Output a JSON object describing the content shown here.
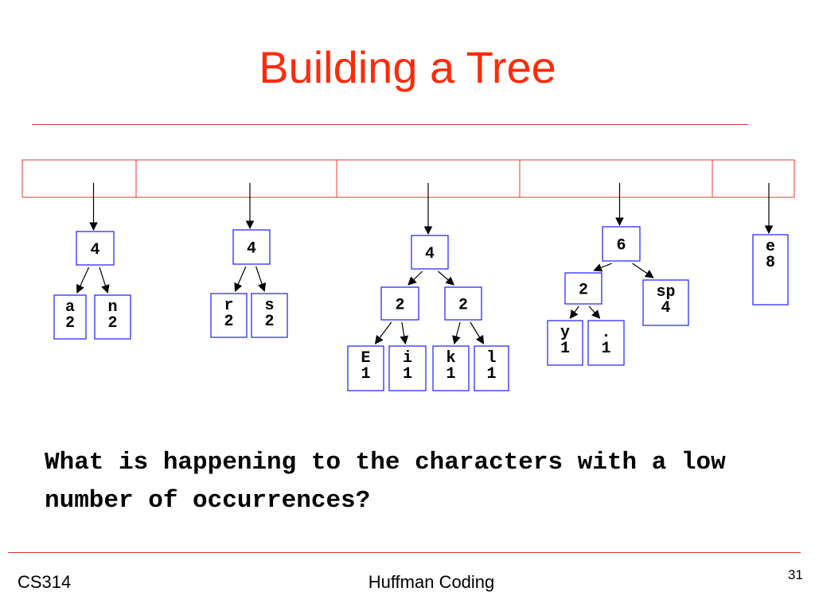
{
  "title": "Building a Tree",
  "question": "What is happening to the characters with a low number of occurrences?",
  "footer": {
    "course": "CS314",
    "topic": "Huffman Coding",
    "page": "31"
  },
  "queue_slots": 5,
  "trees": [
    {
      "label": "4",
      "children": [
        {
          "label": "a\n2"
        },
        {
          "label": "n\n2"
        }
      ]
    },
    {
      "label": "4",
      "children": [
        {
          "label": "r\n2"
        },
        {
          "label": "s\n2"
        }
      ]
    },
    {
      "label": "4",
      "children": [
        {
          "label": "2",
          "children": [
            {
              "label": "E\n1"
            },
            {
              "label": "i\n1"
            }
          ]
        },
        {
          "label": "2",
          "children": [
            {
              "label": "k\n1"
            },
            {
              "label": "l\n1"
            }
          ]
        }
      ]
    },
    {
      "label": "6",
      "children": [
        {
          "label": "2",
          "children": [
            {
              "label": "y\n1"
            },
            {
              "label": ".\n1"
            }
          ]
        },
        {
          "label": "sp\n4"
        }
      ]
    },
    {
      "label": "e\n\n8"
    }
  ],
  "colors": {
    "title": "#ff2a0a",
    "rule": "#e8392b",
    "queue_border": "#e8392b",
    "node_border": "#1a1aff"
  }
}
